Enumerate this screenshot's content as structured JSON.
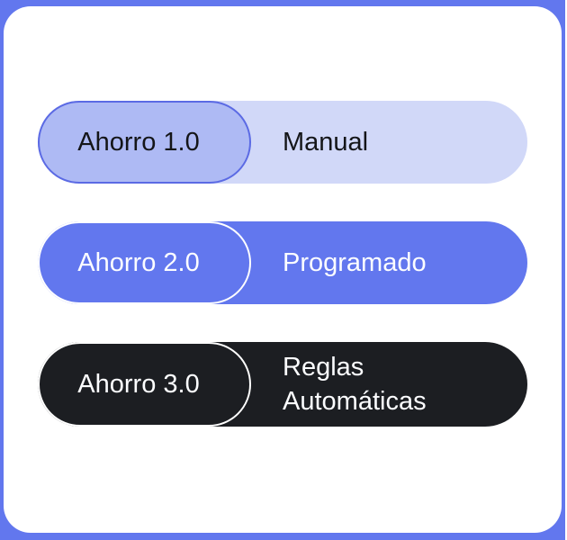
{
  "colors": {
    "frame": "#6277EE",
    "card": "#FFFFFF",
    "track-light": "#D1D8F8",
    "pill-light": "#AEBAF4",
    "pill-outline": "#5B6AE4",
    "purple": "#6277EE",
    "dark": "#1C1E22",
    "text-dark": "#141518",
    "text-light": "#FCFDFF"
  },
  "rows": [
    {
      "badge": "Ahorro 1.0",
      "label": "Manual"
    },
    {
      "badge": "Ahorro 2.0",
      "label": "Programado"
    },
    {
      "badge": "Ahorro 3.0",
      "label": "Reglas Automáticas"
    }
  ]
}
